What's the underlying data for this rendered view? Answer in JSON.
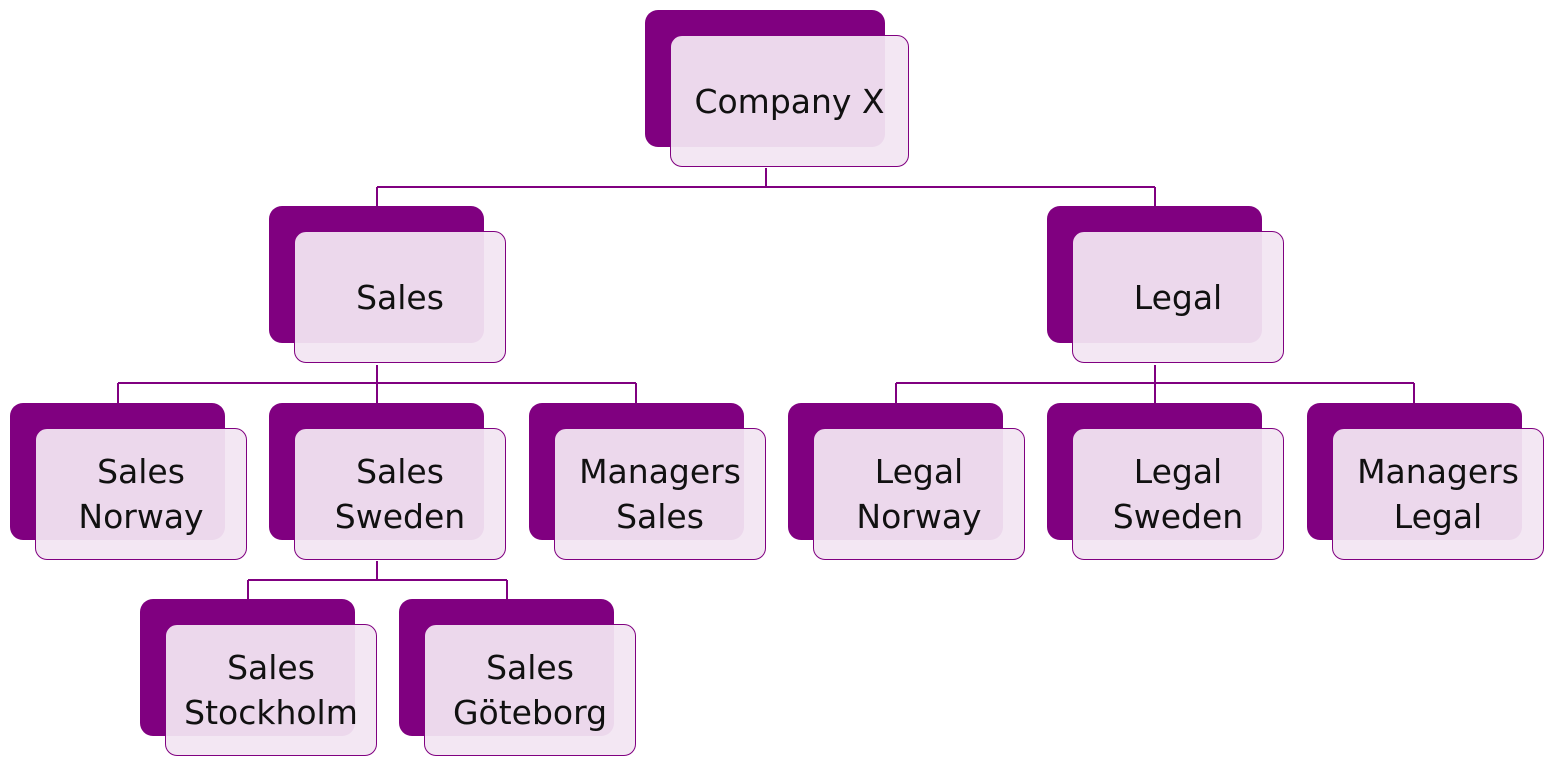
{
  "diagram": {
    "type": "org-chart",
    "colors": {
      "node_back": "#800080",
      "node_front": "#f2e6f2",
      "connector": "#800080",
      "text": "#111111"
    },
    "nodes": [
      {
        "id": "root",
        "label": "Company X",
        "parent": null
      },
      {
        "id": "sales",
        "label": "Sales",
        "parent": "root"
      },
      {
        "id": "legal",
        "label": "Legal",
        "parent": "root"
      },
      {
        "id": "sales_norway",
        "label": "Sales\nNorway",
        "parent": "sales"
      },
      {
        "id": "sales_sweden",
        "label": "Sales\nSweden",
        "parent": "sales"
      },
      {
        "id": "managers_sales",
        "label": "Managers\nSales",
        "parent": "sales"
      },
      {
        "id": "legal_norway",
        "label": "Legal\nNorway",
        "parent": "legal"
      },
      {
        "id": "legal_sweden",
        "label": "Legal\nSweden",
        "parent": "legal"
      },
      {
        "id": "managers_legal",
        "label": "Managers\nLegal",
        "parent": "legal"
      },
      {
        "id": "sales_stockholm",
        "label": "Sales\nStockholm",
        "parent": "sales_sweden"
      },
      {
        "id": "sales_goteborg",
        "label": "Sales\nGöteborg",
        "parent": "sales_sweden"
      }
    ]
  }
}
